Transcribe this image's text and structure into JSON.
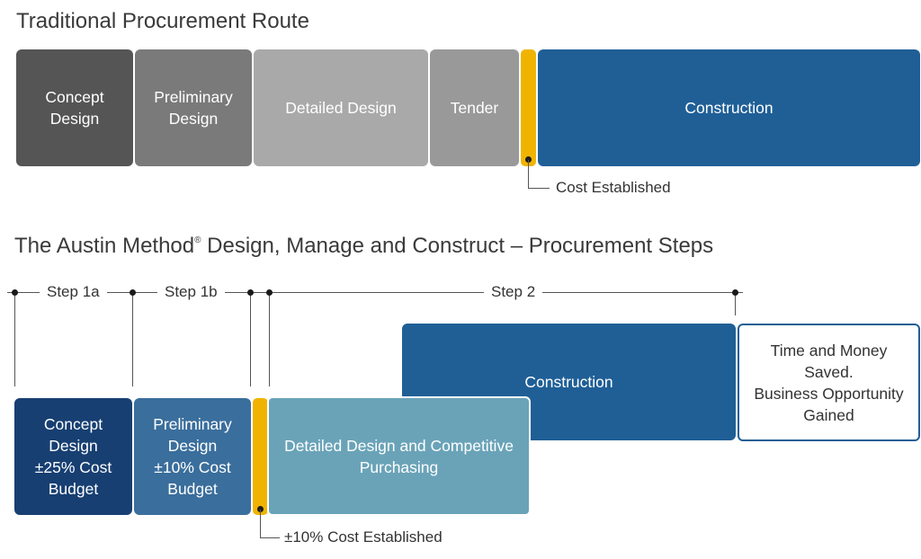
{
  "colors": {
    "concept_dark": "#555555",
    "prelim_gray": "#7a7a7a",
    "detailed_gray": "#a9a9a9",
    "tender_gray": "#999999",
    "gold": "#f0b400",
    "construction_blue": "#1f5f96",
    "navy": "#173f72",
    "steel_blue": "#3a6e9c",
    "light_teal": "#6aa3b8",
    "outline_blue": "#1f5f96"
  },
  "traditional": {
    "title": "Traditional Procurement Route",
    "blocks": [
      {
        "label": "Concept\nDesign"
      },
      {
        "label": "Preliminary\nDesign"
      },
      {
        "label": "Detailed Design"
      },
      {
        "label": "Tender"
      },
      {
        "label": "Construction"
      }
    ],
    "milestone_label": "Cost Established"
  },
  "austin": {
    "title_main": "The Austin Method",
    "title_mark": "®",
    "title_rest": " Design, Manage and Construct – Procurement Steps",
    "steps": [
      "Step 1a",
      "Step 1b",
      "Step 2"
    ],
    "blocks": [
      {
        "label": "Concept\nDesign\n±25% Cost\nBudget"
      },
      {
        "label": "Preliminary\nDesign\n±10% Cost\nBudget"
      },
      {
        "label": "Detailed Design and Competitive\nPurchasing"
      },
      {
        "label": "Construction"
      },
      {
        "label": "Time and Money\nSaved.\nBusiness Opportunity\nGained"
      }
    ],
    "milestone_label": "±10% Cost Established"
  }
}
